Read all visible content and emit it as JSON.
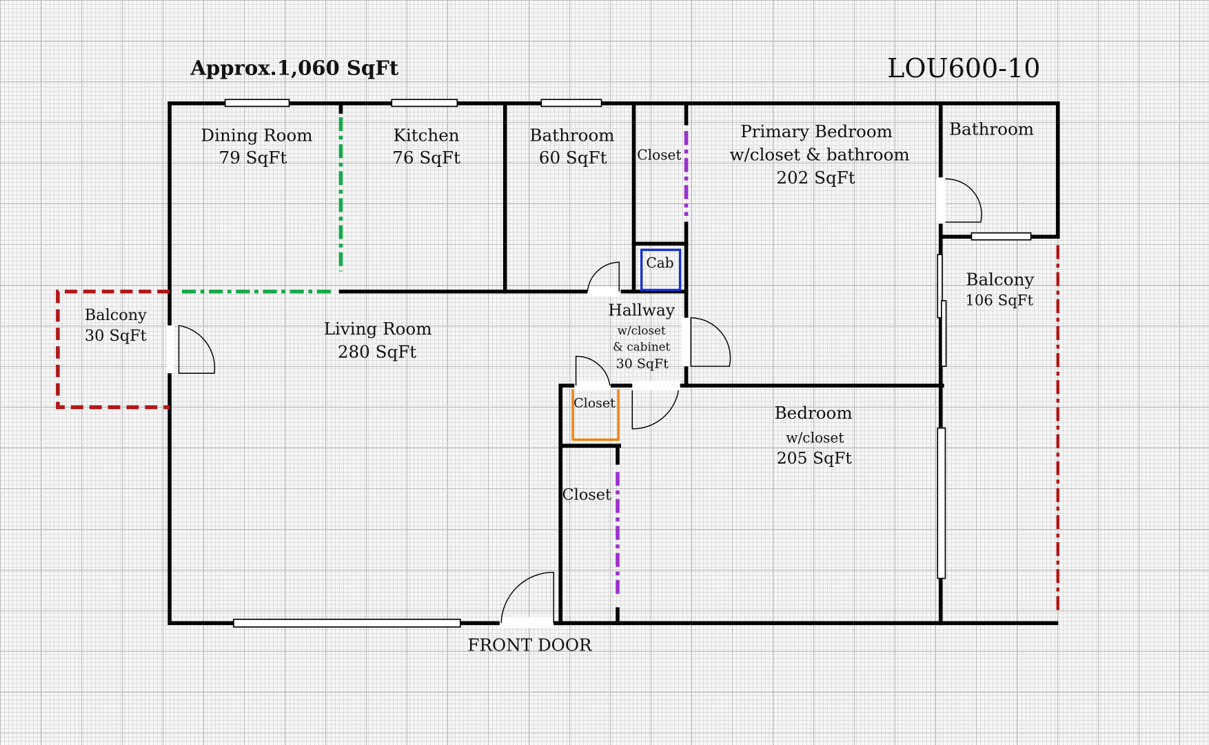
{
  "header": {
    "total_area": "Approx.1,060 SqFt",
    "unit_id": "LOU600-10"
  },
  "rooms": {
    "dining": {
      "name": "Dining Room",
      "area": "79 SqFt"
    },
    "kitchen": {
      "name": "Kitchen",
      "area": "76 SqFt"
    },
    "bathroom": {
      "name": "Bathroom",
      "area": "60 SqFt"
    },
    "closet_top": {
      "name": "Closet"
    },
    "primary": {
      "name": "Primary Bedroom",
      "detail": "w/closet & bathroom",
      "area": "202 SqFt"
    },
    "primary_bath": {
      "name": "Bathroom"
    },
    "cab": {
      "name": "Cab"
    },
    "balcony_right": {
      "name": "Balcony",
      "area": "106 SqFt"
    },
    "balcony_left": {
      "name": "Balcony",
      "area": "30 SqFt"
    },
    "living": {
      "name": "Living Room",
      "area": "280 SqFt"
    },
    "hallway": {
      "name": "Hallway",
      "detail1": "w/closet",
      "detail2": "& cabinet",
      "area": "30 SqFt"
    },
    "closet_small": {
      "name": "Closet"
    },
    "closet_lower": {
      "name": "Closet"
    },
    "bedroom": {
      "name": "Bedroom",
      "detail": "w/closet",
      "area": "205 SqFt"
    }
  },
  "labels": {
    "front_door": "FRONT DOOR"
  },
  "colors": {
    "wall": "#000000",
    "open_divider": "#19a84a",
    "closet_marker": "#9b30d0",
    "balcony": "#b01818",
    "cabinet": "#1430d0",
    "closet_box": "#f08010"
  }
}
